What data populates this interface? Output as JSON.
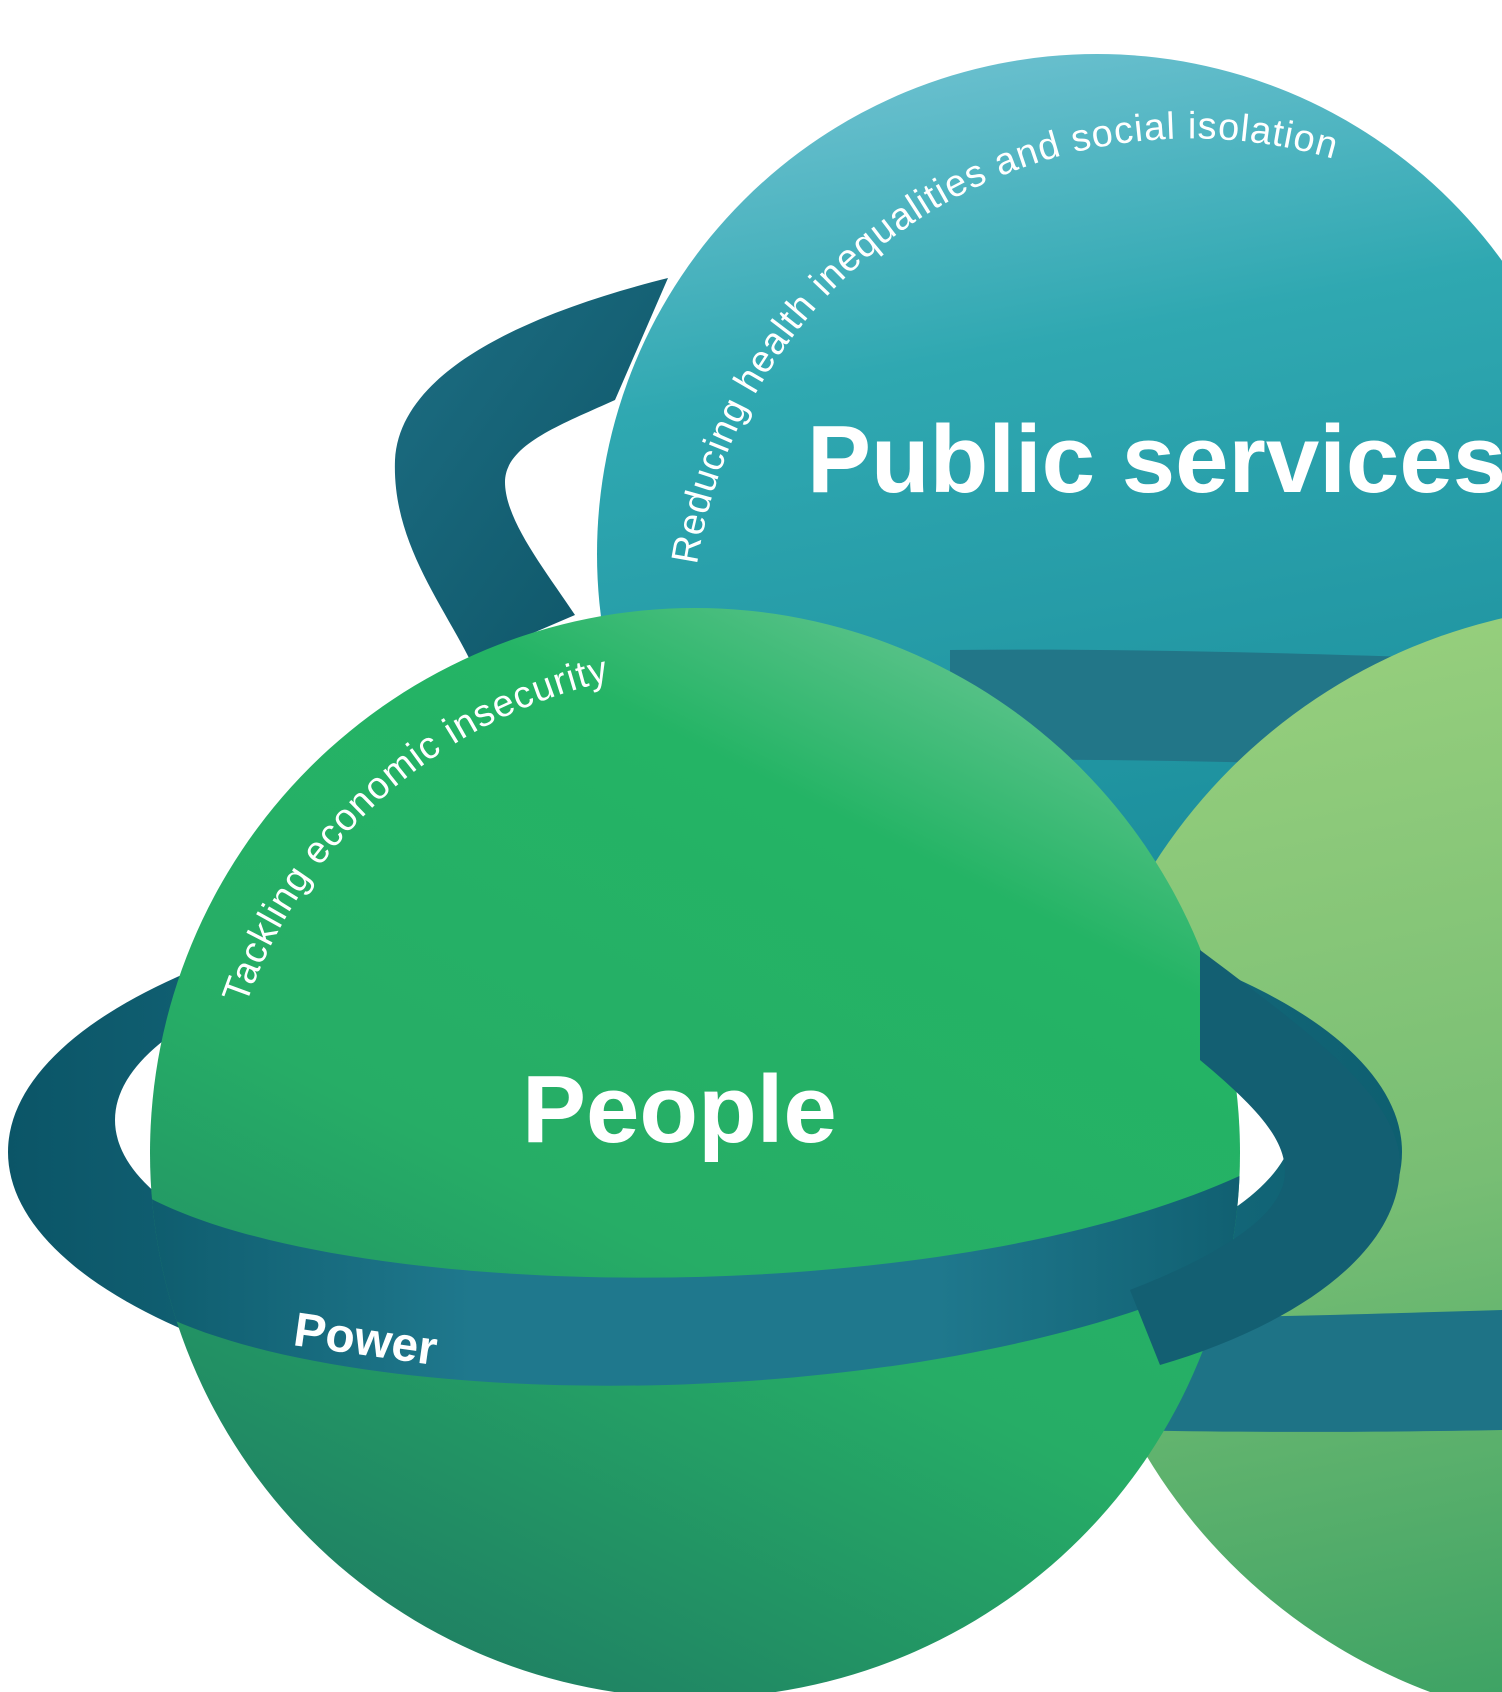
{
  "diagram": {
    "planets": [
      {
        "title": "Public services",
        "arc_label": "Reducing health inequalities and social isolation",
        "color_top": "#67bdcb",
        "color_bottom": "#1d8f9d"
      },
      {
        "title": "People",
        "arc_label": "Tackling economic insecurity",
        "color_top": "#63c48a",
        "color_bottom": "#1e8560"
      },
      {
        "title": "",
        "arc_label": "",
        "color_top": "#92cc7b",
        "color_bottom": "#3aa063"
      }
    ],
    "ring": {
      "label": "Power",
      "color_dark": "#0c5a6b",
      "color_mid": "#1f7a8f"
    }
  }
}
